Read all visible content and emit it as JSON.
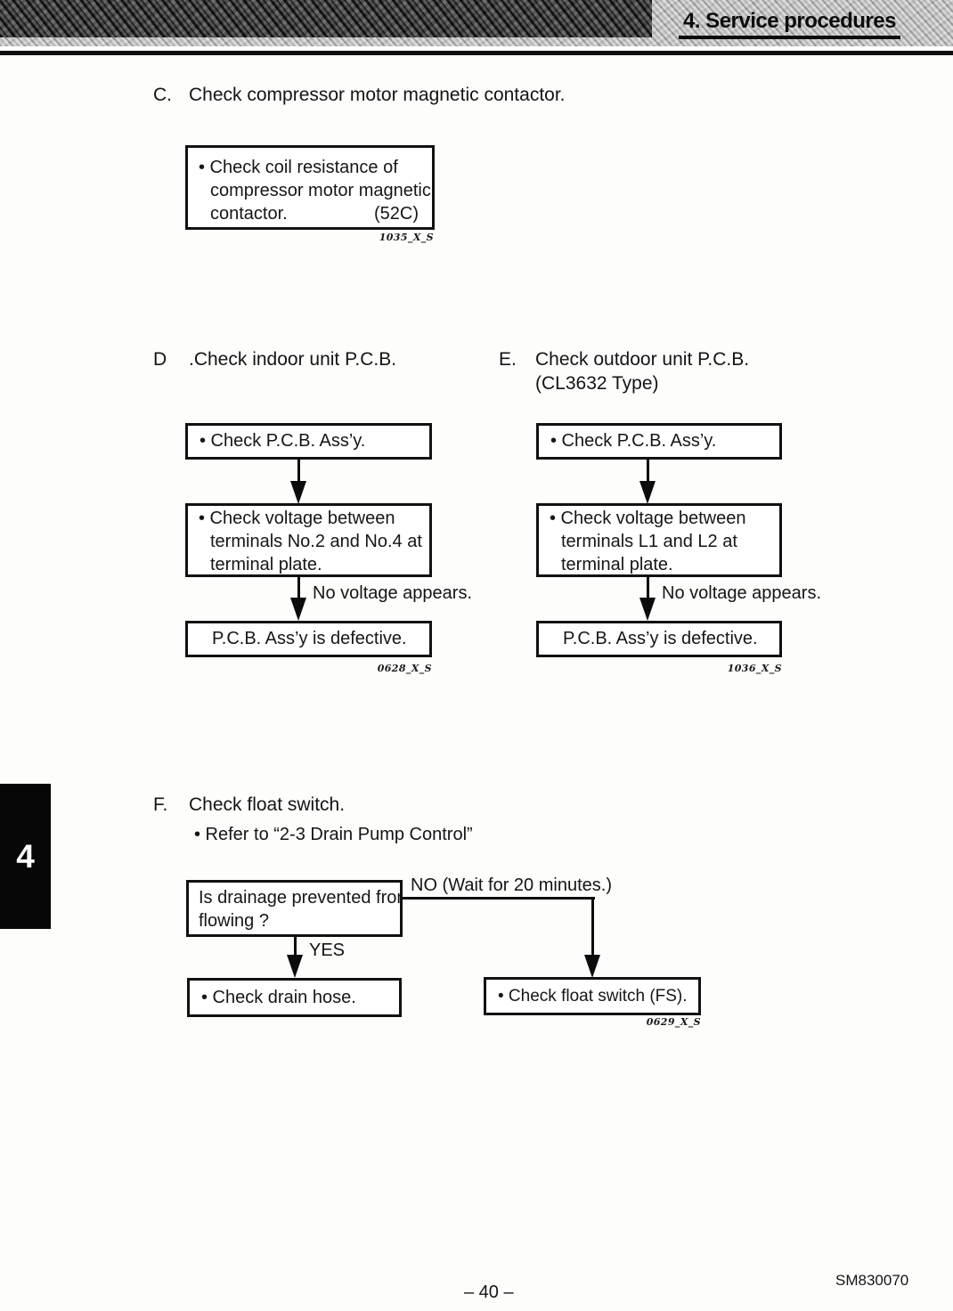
{
  "header": {
    "title": "4. Service procedures"
  },
  "sections": {
    "c": {
      "label": "C.",
      "heading": "Check compressor motor magnetic contactor.",
      "box": {
        "line1": "• Check coil resistance of",
        "line2": "compressor motor magnetic",
        "line3_left": "contactor.",
        "line3_right": "(52C)"
      },
      "figure_id": "1035_X_S"
    },
    "d": {
      "label": "D",
      "heading": ".Check indoor unit P.C.B.",
      "box1": "• Check P.C.B. Ass’y.",
      "box2": {
        "line1": "• Check voltage between",
        "line2": "terminals No.2 and No.4 at",
        "line3": "terminal plate."
      },
      "arrow_label": "No voltage appears.",
      "box3": "P.C.B. Ass’y is defective.",
      "figure_id": "0628_X_S"
    },
    "e": {
      "label": "E.",
      "heading": "Check outdoor unit P.C.B.",
      "heading_line2": "(CL3632 Type)",
      "box1": "• Check P.C.B. Ass’y.",
      "box2": {
        "line1": "• Check voltage between",
        "line2": "terminals L1 and L2 at",
        "line3": "terminal plate."
      },
      "arrow_label": "No voltage appears.",
      "box3": "P.C.B. Ass’y is defective.",
      "figure_id": "1036_X_S"
    },
    "f": {
      "label": "F.",
      "heading": "Check float switch.",
      "note": "• Refer to “2-3 Drain Pump Control”",
      "decision": {
        "line1": "Is drainage prevented from",
        "line2": "flowing ?"
      },
      "no_label": "NO (Wait for 20 minutes.)",
      "yes_label": "YES",
      "yes_result": "• Check drain hose.",
      "no_result": "• Check float switch (FS).",
      "figure_id": "0629_X_S"
    }
  },
  "side_tab": {
    "chapter": "4"
  },
  "footer": {
    "page": "– 40 –",
    "doc_id": "SM830070"
  }
}
